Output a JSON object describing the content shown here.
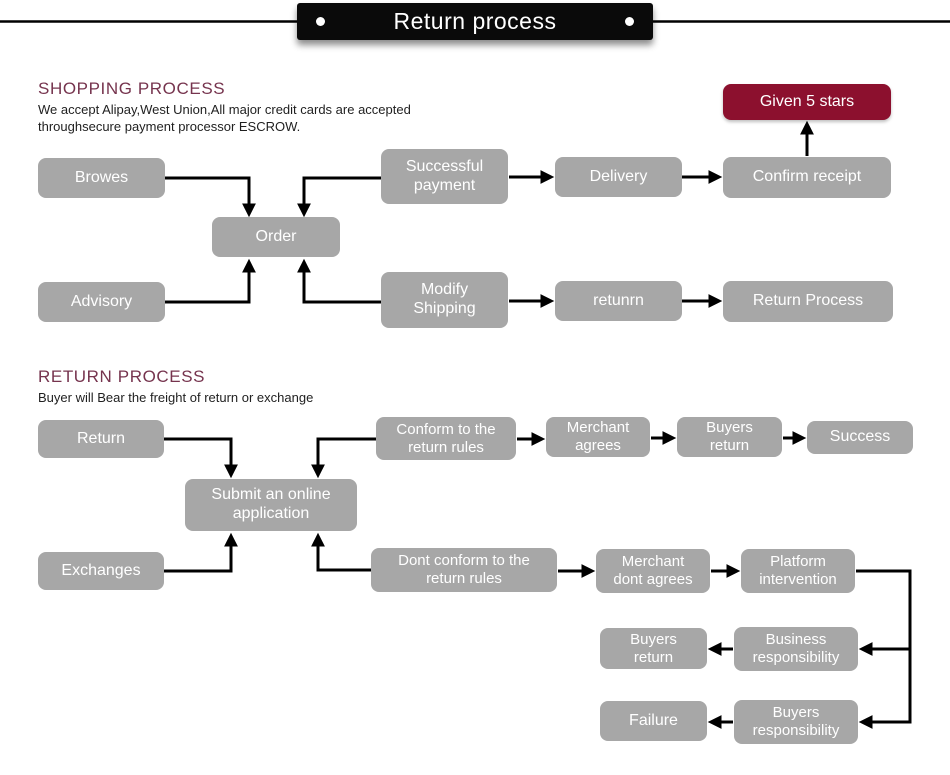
{
  "title": {
    "text": "Return process"
  },
  "sections": {
    "shopping": {
      "heading": "SHOPPING PROCESS",
      "description_lines": [
        "We accept Alipay,West Union,All major credit cards are accepted",
        "throughsecure payment processor ESCROW."
      ]
    },
    "return": {
      "heading": "RETURN PROCESS",
      "description_lines": [
        "Buyer will Bear the freight of return or exchange"
      ]
    }
  },
  "nodes": [
    {
      "id": "browes",
      "lines": [
        "Browes"
      ],
      "style": "gray"
    },
    {
      "id": "successful_payment",
      "lines": [
        "Successful",
        "payment"
      ],
      "style": "gray"
    },
    {
      "id": "delivery",
      "lines": [
        "Delivery"
      ],
      "style": "gray"
    },
    {
      "id": "confirm_receipt",
      "lines": [
        "Confirm receipt"
      ],
      "style": "gray"
    },
    {
      "id": "given_5_stars",
      "lines": [
        "Given 5 stars"
      ],
      "style": "maroon"
    },
    {
      "id": "order",
      "lines": [
        "Order"
      ],
      "style": "gray"
    },
    {
      "id": "advisory",
      "lines": [
        "Advisory"
      ],
      "style": "gray"
    },
    {
      "id": "modify_shipping",
      "lines": [
        "Modify",
        "Shipping"
      ],
      "style": "gray"
    },
    {
      "id": "retunrn",
      "lines": [
        "retunrn"
      ],
      "style": "gray"
    },
    {
      "id": "return_process",
      "lines": [
        "Return Process"
      ],
      "style": "gray"
    },
    {
      "id": "return",
      "lines": [
        "Return"
      ],
      "style": "gray"
    },
    {
      "id": "conform_rules",
      "lines": [
        "Conform to the",
        "return rules"
      ],
      "style": "gray"
    },
    {
      "id": "merchant_agrees",
      "lines": [
        "Merchant",
        "agrees"
      ],
      "style": "gray"
    },
    {
      "id": "buyers_return_top",
      "lines": [
        "Buyers",
        "return"
      ],
      "style": "gray"
    },
    {
      "id": "success",
      "lines": [
        "Success"
      ],
      "style": "gray"
    },
    {
      "id": "submit_application",
      "lines": [
        "Submit an online",
        "application"
      ],
      "style": "gray"
    },
    {
      "id": "exchanges",
      "lines": [
        "Exchanges"
      ],
      "style": "gray"
    },
    {
      "id": "dont_conform_rules",
      "lines": [
        "Dont conform to the",
        "return rules"
      ],
      "style": "gray"
    },
    {
      "id": "merchant_dont_agrees",
      "lines": [
        "Merchant",
        "dont agrees"
      ],
      "style": "gray"
    },
    {
      "id": "platform_intervention",
      "lines": [
        "Platform",
        "intervention"
      ],
      "style": "gray"
    },
    {
      "id": "buyers_return_bottom",
      "lines": [
        "Buyers",
        "return"
      ],
      "style": "gray"
    },
    {
      "id": "business_responsibility",
      "lines": [
        "Business",
        "responsibility"
      ],
      "style": "gray"
    },
    {
      "id": "failure",
      "lines": [
        "Failure"
      ],
      "style": "gray"
    },
    {
      "id": "buyers_responsibility",
      "lines": [
        "Buyers",
        "responsibility"
      ],
      "style": "gray"
    }
  ],
  "colors": {
    "box_gray": "#a7a7a7",
    "box_highlight": "#8c102e",
    "heading": "#76344e",
    "banner_bg": "#0a0a0a",
    "text_on_box": "#ffffff",
    "arrow": "#000000",
    "body_text": "#1f1f1f"
  }
}
